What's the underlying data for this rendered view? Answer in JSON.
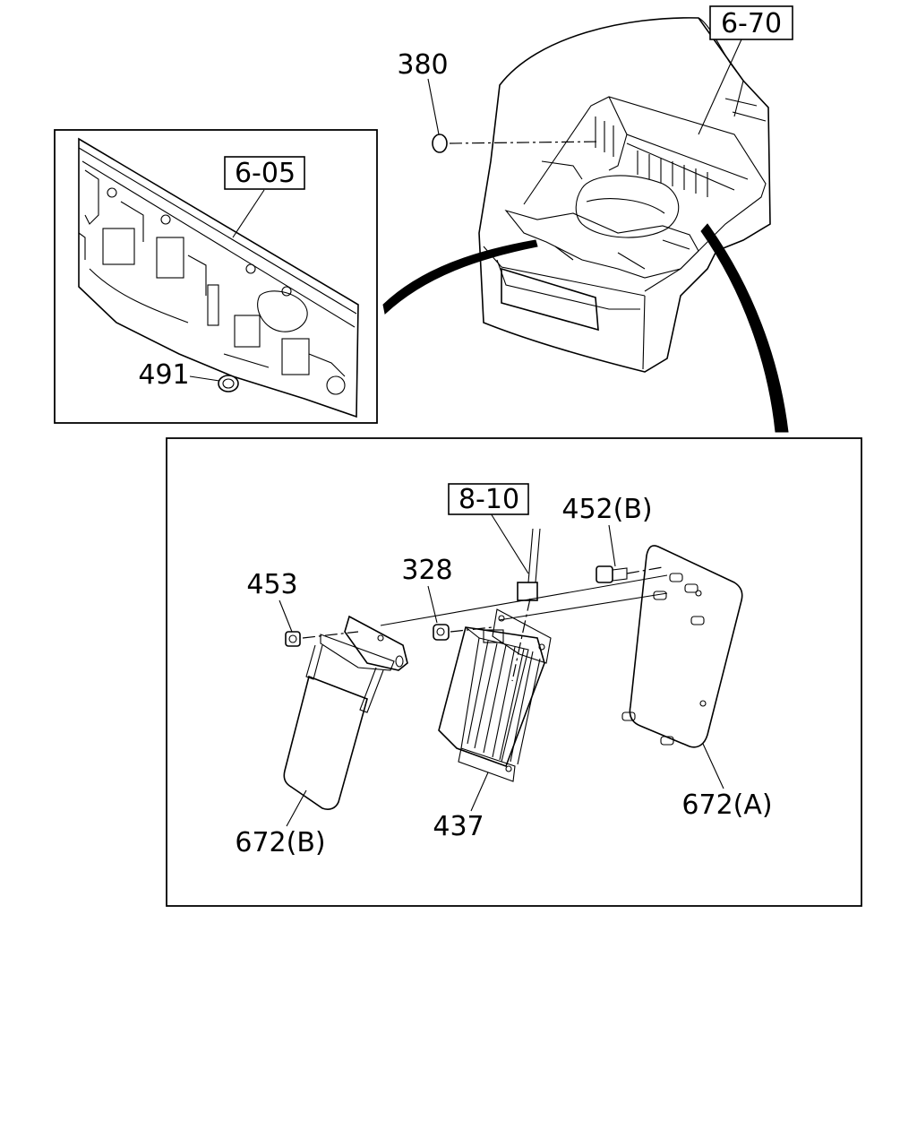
{
  "callouts": {
    "c380": "380",
    "c491": "491",
    "c453": "453",
    "c328": "328",
    "c452b": "452(B)",
    "c437": "437",
    "c672a": "672(A)",
    "c672b": "672(B)"
  },
  "references": {
    "r670": "6-70",
    "r605": "6-05",
    "r810": "8-10"
  }
}
